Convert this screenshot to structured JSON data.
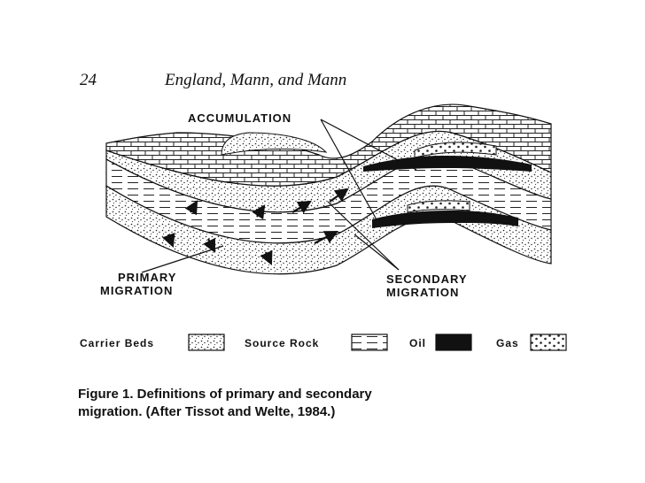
{
  "header": {
    "page_number": "24",
    "authors": "England, Mann, and Mann"
  },
  "diagram": {
    "labels": {
      "accumulation": "ACCUMULATION",
      "primary_line1": "PRIMARY",
      "primary_line2": "MIGRATION",
      "secondary_line1": "SECONDARY",
      "secondary_line2": "MIGRATION"
    }
  },
  "legend": {
    "items": [
      {
        "label": "Carrier Beds",
        "pattern": "stippled"
      },
      {
        "label": "Source Rock",
        "pattern": "dashed-lines"
      },
      {
        "label": "Oil",
        "pattern": "solid-black"
      },
      {
        "label": "Gas",
        "pattern": "circles"
      }
    ]
  },
  "caption": {
    "line1": "Figure 1.  Definitions of primary and secondary",
    "line2": "migration.  (After Tissot and Welte, 1984.)"
  }
}
